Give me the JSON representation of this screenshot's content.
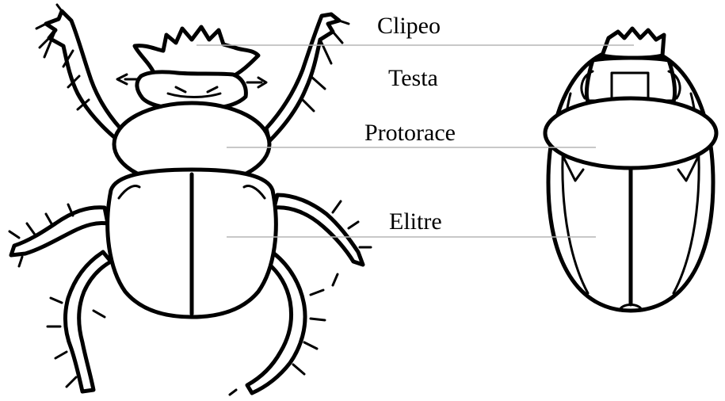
{
  "labels": {
    "clipeo": "Clipeo",
    "testa": "Testa",
    "protorace": "Protorace",
    "elitre": "Elitre"
  }
}
